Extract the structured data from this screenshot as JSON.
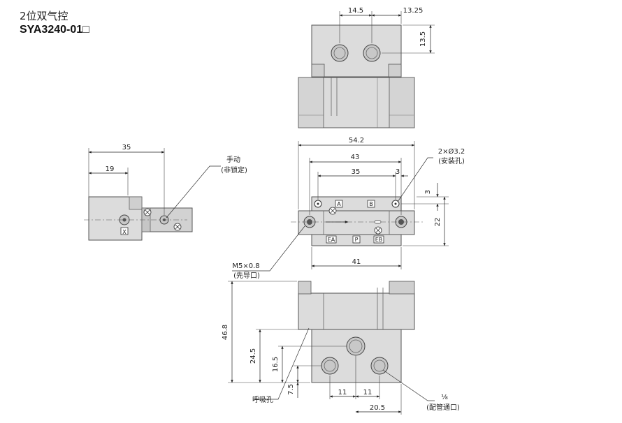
{
  "header": {
    "line1": "2位双气控",
    "line2": "SYA3240-01□"
  },
  "dimensions": {
    "top_14_5": "14.5",
    "top_13_25": "13.25",
    "top_13_5": "13.5",
    "side_35": "35",
    "side_19": "19",
    "front_54_2": "54.2",
    "front_43": "43",
    "front_35": "35",
    "front_3_h": "3",
    "front_3_v": "3",
    "front_22": "22",
    "front_41": "41",
    "bottom_46_8": "46.8",
    "bottom_24_5": "24.5",
    "bottom_16_5": "16.5",
    "bottom_7_5": "7.5",
    "bottom_11a": "11",
    "bottom_11b": "11",
    "bottom_20_5": "20.5"
  },
  "callouts": {
    "manual_line1": "手动",
    "manual_line2": "(非锁定)",
    "mount_line1": "2×Ø3.2",
    "mount_line2": "(安装孔)",
    "pilot_line1": "M5×0.8",
    "pilot_line2": "(先导口)",
    "breath": "呼吸孔",
    "pipe_line1": "⅛",
    "pipe_line2": "(配管通口)"
  },
  "port_labels": {
    "a": "A",
    "b": "B",
    "ea": "EA",
    "p": "P",
    "eb": "EB",
    "x": "X"
  }
}
